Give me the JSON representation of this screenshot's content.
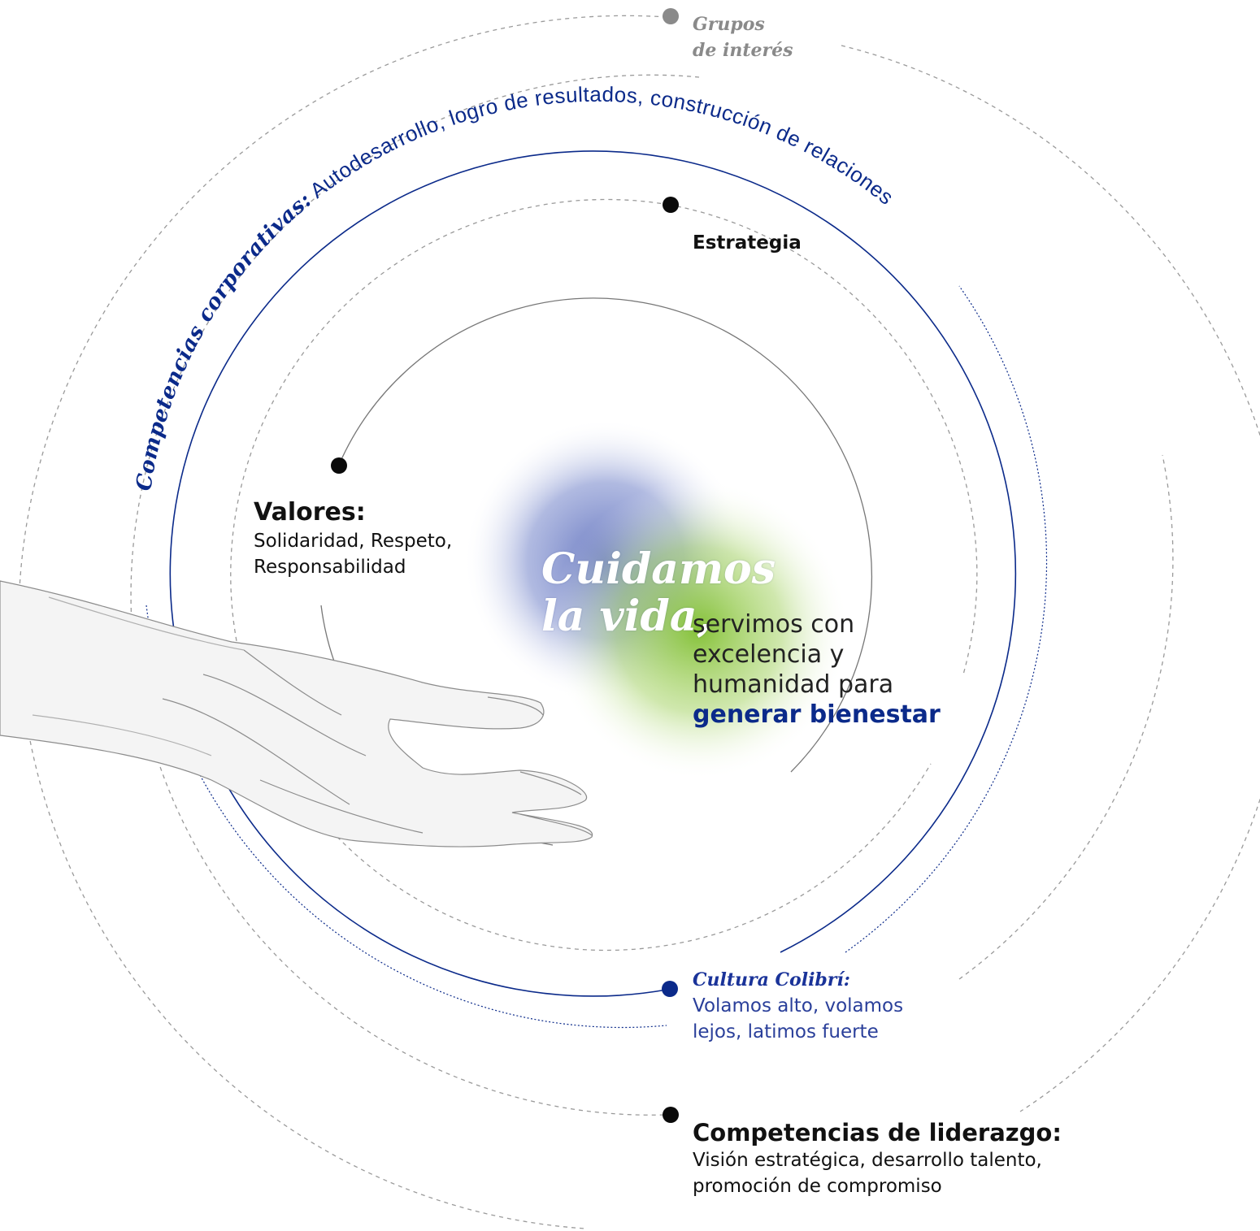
{
  "colors": {
    "navy": "#0b2a8a",
    "blue_text": "#1a3399",
    "gray_dot": "#8a8a8a",
    "black_dot": "#0a0a0a",
    "glow_blue": "#6f7fc4",
    "glow_green": "#8cc63f"
  },
  "icons": [
    "hand-illustration",
    "glow-orb"
  ],
  "grupos": {
    "line1": "Grupos",
    "line2": "de interés"
  },
  "arc_text": {
    "italic": "Competencias corporativas:",
    "rest": " Autodesarrollo, logro de resultados, construcción de relaciones"
  },
  "estrategia": {
    "label": "Estrategia"
  },
  "valores": {
    "title": "Valores:",
    "line1": "Solidaridad, Respeto,",
    "line2": "Responsabilidad"
  },
  "center": {
    "cuidamos_1": "Cuidamos",
    "cuidamos_2": "la vida,",
    "line1": "servimos con",
    "line2": "excelencia y",
    "line3": "humanidad para",
    "line4": "generar bienestar"
  },
  "cultura": {
    "title": "Cultura Colibrí:",
    "line1": "Volamos alto, volamos",
    "line2": "lejos, latimos fuerte"
  },
  "liderazgo": {
    "title": "Competencias de liderazgo:",
    "line1": "Visión estratégica, desarrollo talento,",
    "line2": "promoción de compromiso"
  }
}
